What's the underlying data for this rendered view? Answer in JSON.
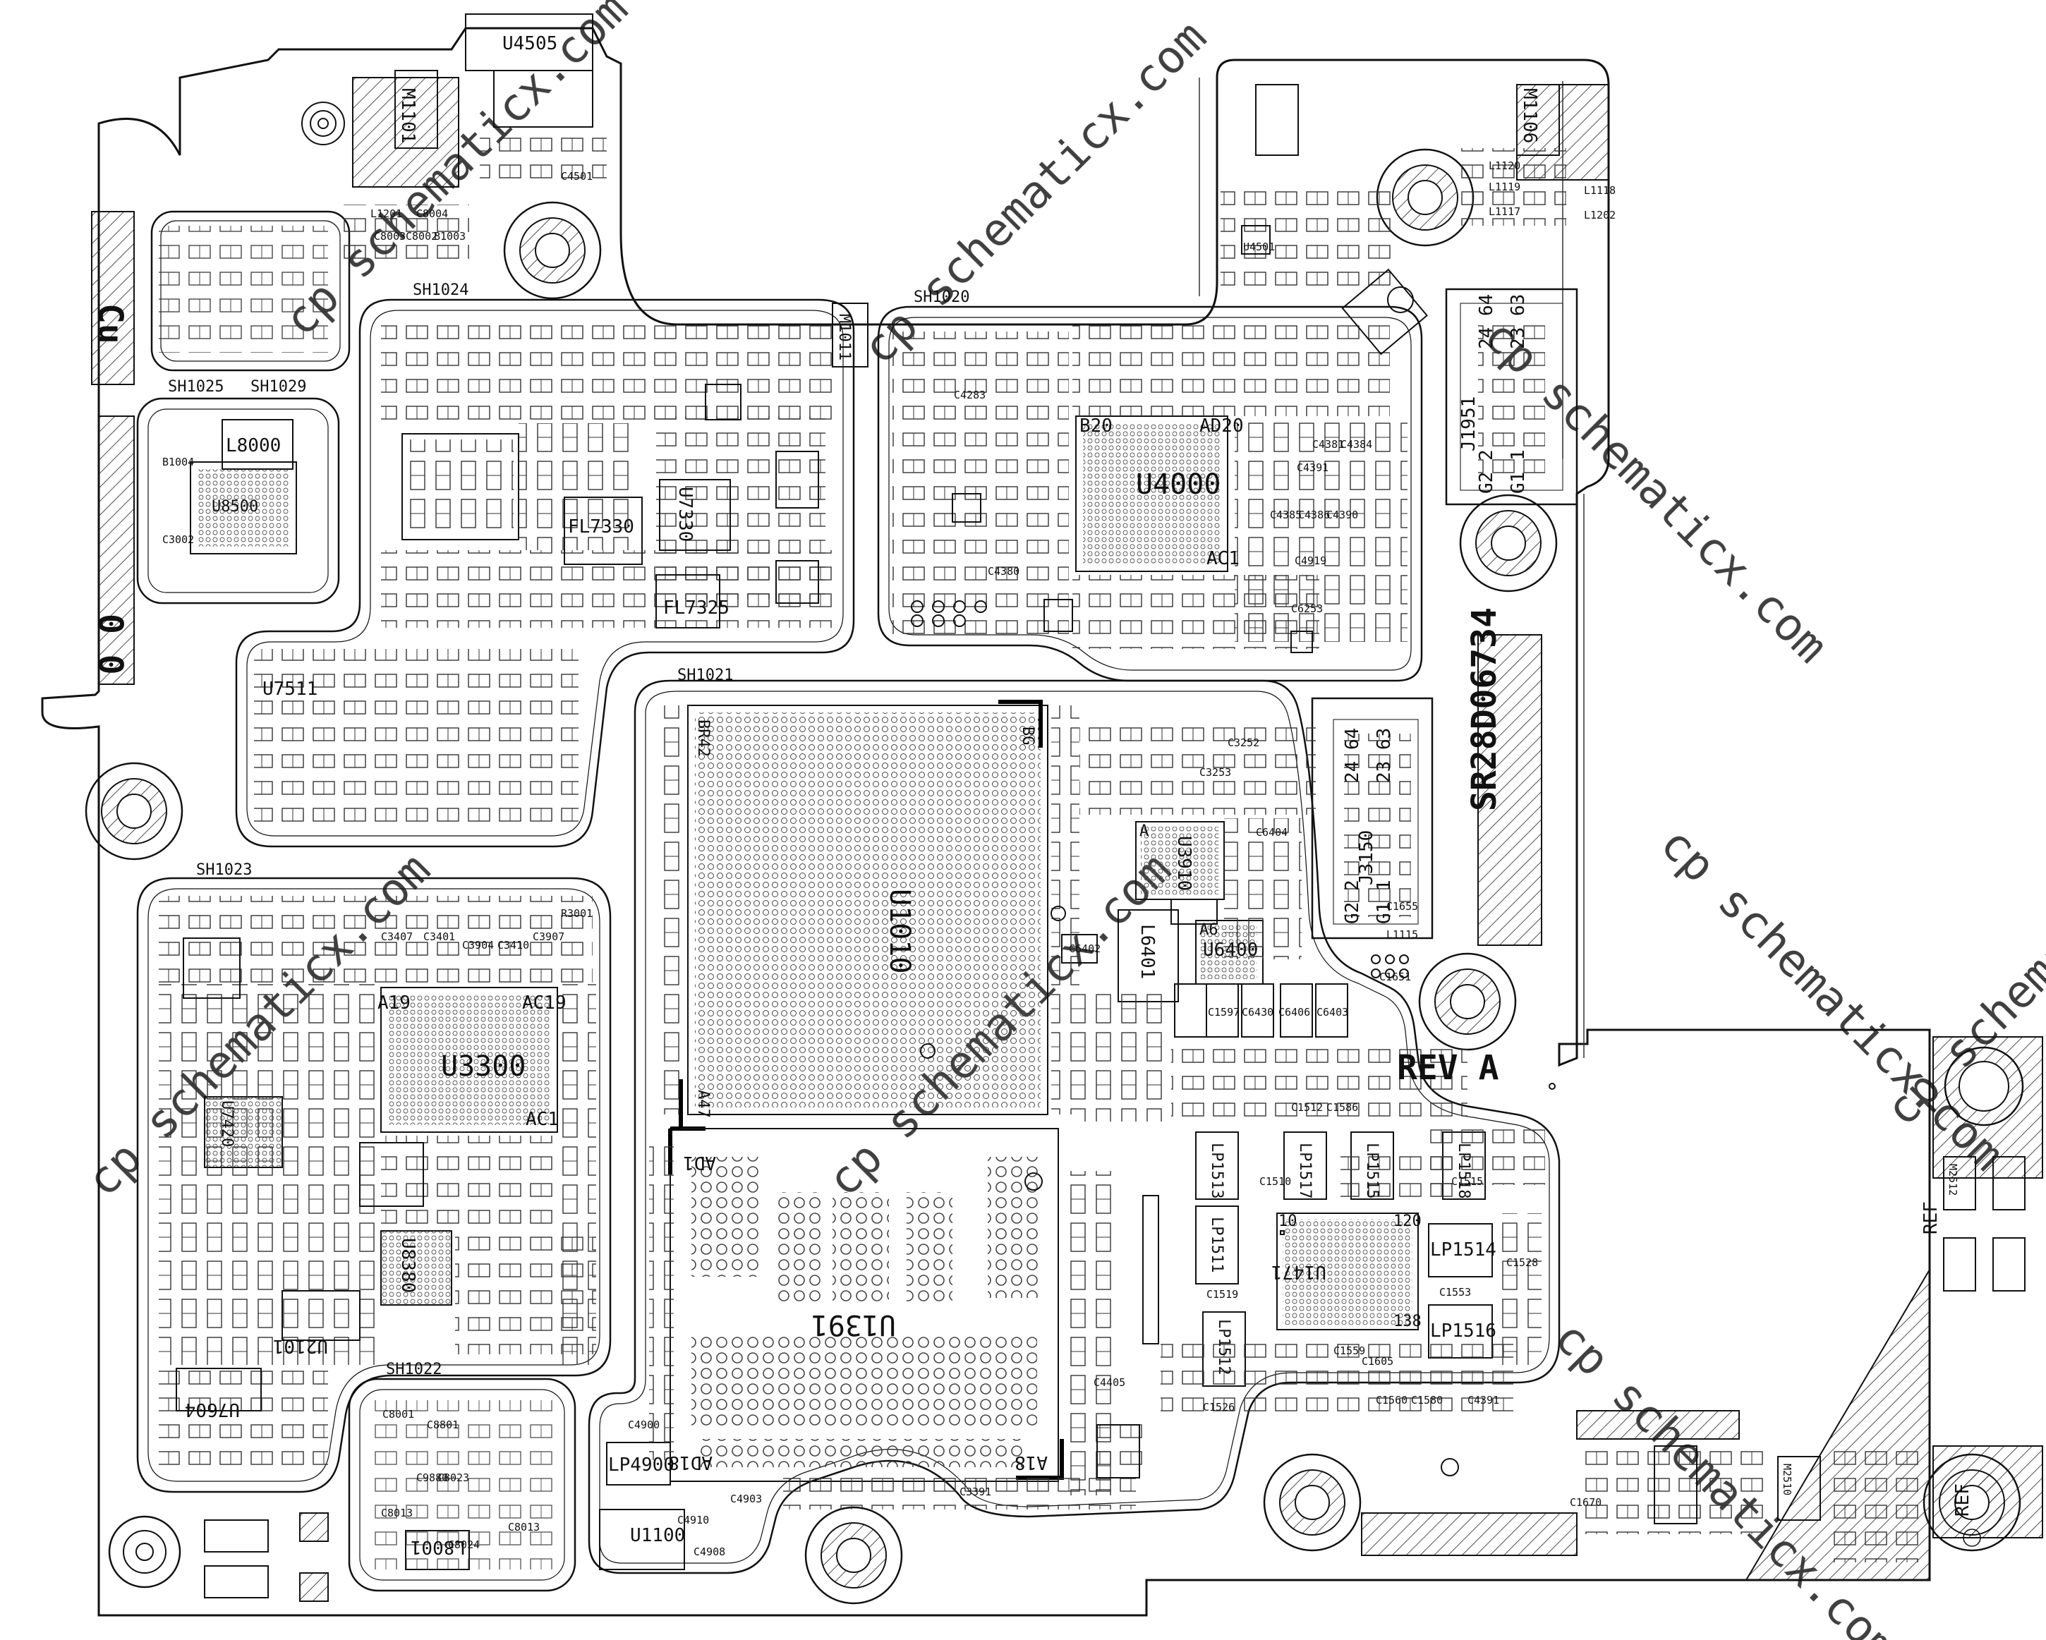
{
  "watermark": "cp schematicx.com",
  "board_marks": {
    "serial": "SR28D06734",
    "revision": "REV A",
    "copper_mark": "Cu",
    "zero_mark": "0 0",
    "ref_marks": [
      "REF",
      "REF"
    ]
  },
  "shields": [
    "SH1024",
    "SH1020",
    "SH1025",
    "SH1029",
    "SH1021",
    "SH1023",
    "SH1022"
  ],
  "chips": {
    "soc": {
      "ref": "U1010",
      "corners": [
        "BR42",
        "A47",
        "BG"
      ]
    },
    "memory": {
      "ref": "U1391",
      "corners": [
        "AD1",
        "AD18",
        "A18"
      ]
    },
    "pmic": {
      "ref": "U3300",
      "corners": [
        "A19",
        "AC19",
        "AC1"
      ]
    },
    "modem": {
      "ref": "U4000",
      "corners": [
        "B20",
        "AD20",
        "AC1"
      ]
    },
    "audio": {
      "ref": "U1471",
      "corners": [
        "10",
        "120",
        "138"
      ]
    },
    "u6400": {
      "ref": "U6400",
      "corners": [
        "A6"
      ]
    },
    "u3910": {
      "ref": "U3910",
      "corners": [
        "A"
      ]
    }
  },
  "connectors": [
    {
      "ref": "J1951",
      "pins": [
        "24 64",
        "23 63",
        "G2 2",
        "G1 1"
      ]
    },
    {
      "ref": "J3150",
      "pins": [
        "24 64",
        "23 63",
        "G2 2",
        "G1 1"
      ]
    }
  ],
  "inductors": [
    "L8000",
    "L6401",
    "L8001",
    "LP4900",
    "LP1513",
    "LP1517",
    "LP1515",
    "LP1518",
    "LP1511",
    "LP1514",
    "LP1516",
    "LP1512"
  ],
  "ics": [
    "U4505",
    "U7511",
    "U7604",
    "U1100",
    "U4501",
    "U7330",
    "FL7330",
    "FL7325",
    "U8500",
    "U7420",
    "U2101",
    "U8380",
    "M1101",
    "M1106",
    "M1011",
    "M2510",
    "M2512"
  ],
  "small_labels": [
    "C4501",
    "C4900",
    "C4908",
    "C4910",
    "C6402",
    "C4903",
    "C3391",
    "C4405",
    "C3407",
    "C3401",
    "C3904",
    "C3410",
    "C3907",
    "R3001",
    "C8001",
    "C8013",
    "C8024",
    "C4283",
    "C4380",
    "C4381",
    "C4384",
    "C4385",
    "C4386",
    "C4390",
    "C4391",
    "C4919",
    "C6253",
    "C3252",
    "C3253",
    "C6404",
    "C6430",
    "C6406",
    "C6403",
    "C1597",
    "C1510",
    "C1512",
    "C1586",
    "C1515",
    "C1519",
    "C1526",
    "C1528",
    "C1553",
    "C1559",
    "C1560",
    "C1580",
    "C4391",
    "C1605",
    "C1670",
    "C1651",
    "C1655",
    "L1115",
    "L1120",
    "L1119",
    "L1117",
    "L1118",
    "L1202",
    "L1201",
    "C8004",
    "C8003",
    "C8002",
    "B1003",
    "B1004",
    "C3002",
    "C8801",
    "C9880",
    "C8023",
    "C8013"
  ]
}
